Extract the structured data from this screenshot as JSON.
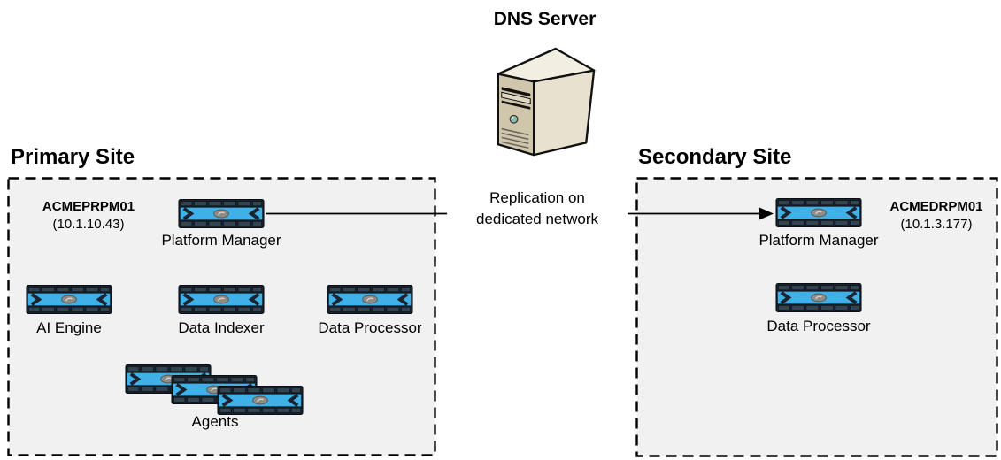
{
  "dns_server": {
    "label": "DNS Server"
  },
  "replication": {
    "line1": "Replication on",
    "line2": "dedicated network"
  },
  "primary_site": {
    "title": "Primary Site",
    "platform_manager": {
      "host": "ACMEPRPM01",
      "ip": "(10.1.10.43)",
      "label": "Platform Manager"
    },
    "nodes": [
      {
        "label": "AI Engine"
      },
      {
        "label": "Data Indexer"
      },
      {
        "label": "Data Processor"
      }
    ],
    "agents": {
      "label": "Agents"
    }
  },
  "secondary_site": {
    "title": "Secondary Site",
    "platform_manager": {
      "host": "ACMEDRPM01",
      "ip": "(10.1.3.177)",
      "label": "Platform Manager"
    },
    "data_processor": {
      "label": "Data Processor"
    }
  },
  "colors": {
    "appliance_blue": "#3fb0e8",
    "appliance_chassis": "#1a232e",
    "site_box_fill": "#f1f1f1",
    "site_box_border": "#000000",
    "server_front": "#cfc6ac",
    "server_side": "#e8e1cf",
    "server_top": "#f2eee1",
    "connector": "#000000"
  }
}
